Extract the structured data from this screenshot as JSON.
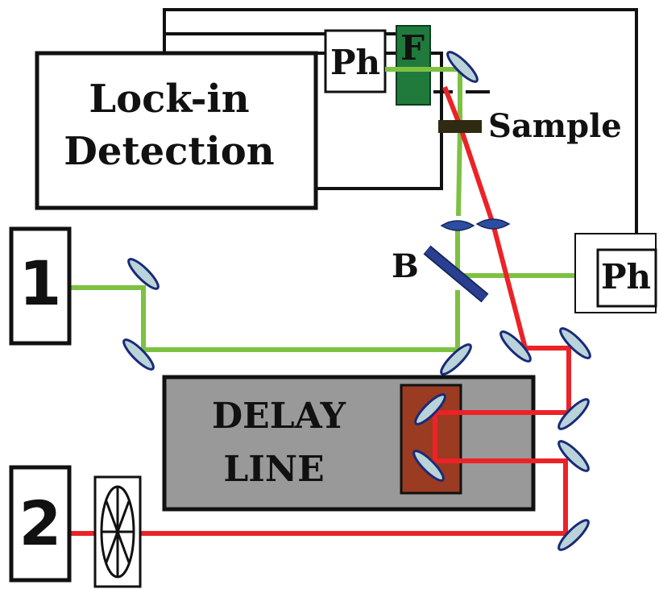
{
  "labels": {
    "lockin_line1": "Lock-in",
    "lockin_line2": "Detection",
    "photodiode_top": "Ph",
    "photodiode_right": "Ph",
    "filter": "F",
    "sample": "Sample",
    "beamsplitter": "B",
    "delay_line1": "DELAY",
    "delay_line2": "LINE",
    "source_1": "1",
    "source_2": "2"
  },
  "colors": {
    "green_beam": "#7dc142",
    "red_beam": "#ec2227",
    "filter_fill": "#1f7a3c",
    "delay_fill": "#999999",
    "stage_fill": "#9a3b22",
    "mirror_fill": "#b9d3d8",
    "mirror_edge": "#1a2a78",
    "lens_fill": "#2c4ea0",
    "beamsplitter_fill": "#2b3f92",
    "sample_fill": "#2f2a12"
  },
  "icons": {
    "chopper": "chopper-wheel-icon",
    "mirror": "mirror-icon",
    "lens": "lens-icon"
  }
}
